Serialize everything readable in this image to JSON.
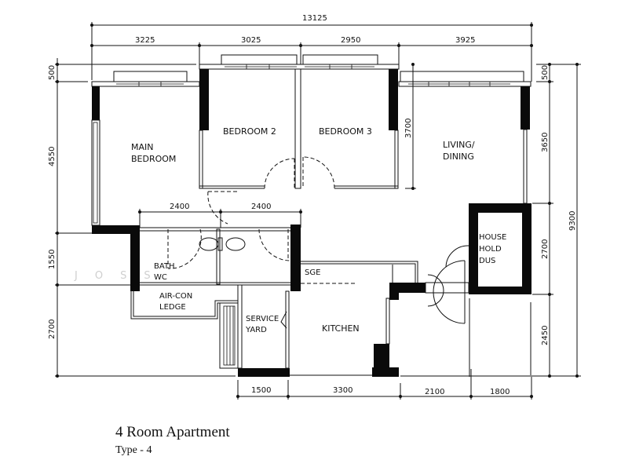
{
  "title": "4 Room Apartment",
  "subtitle": "Type - 4",
  "watermark": "JOSS",
  "dimensions": {
    "top_total": "13125",
    "top_segments": [
      "3225",
      "3025",
      "2950",
      "3925"
    ],
    "left_segments": [
      "500",
      "4550",
      "1550",
      "2700"
    ],
    "right_inner": [
      "500",
      "3650",
      "2700",
      "2450"
    ],
    "right_total": "9300",
    "bedroom3_depth": "3700",
    "bottom_segments": [
      "1500",
      "3300",
      "2100",
      "1800"
    ],
    "bath_segments": [
      "2400",
      "2400"
    ]
  },
  "rooms": {
    "main_bedroom": [
      "MAIN",
      "BEDROOM"
    ],
    "bedroom2": "BEDROOM  2",
    "bedroom3": "BEDROOM  3",
    "living_dining": [
      "LIVING/",
      "DINING"
    ],
    "bath_wc": [
      "BATH",
      "WC"
    ],
    "aircon_ledge": [
      "AIR-CON",
      "LEDGE"
    ],
    "service_yard": [
      "SERVICE",
      "YARD"
    ],
    "kitchen": "KITCHEN",
    "household_shelter": [
      "HOUSE",
      "HOLD",
      "DUS"
    ],
    "storage": "SGE"
  }
}
